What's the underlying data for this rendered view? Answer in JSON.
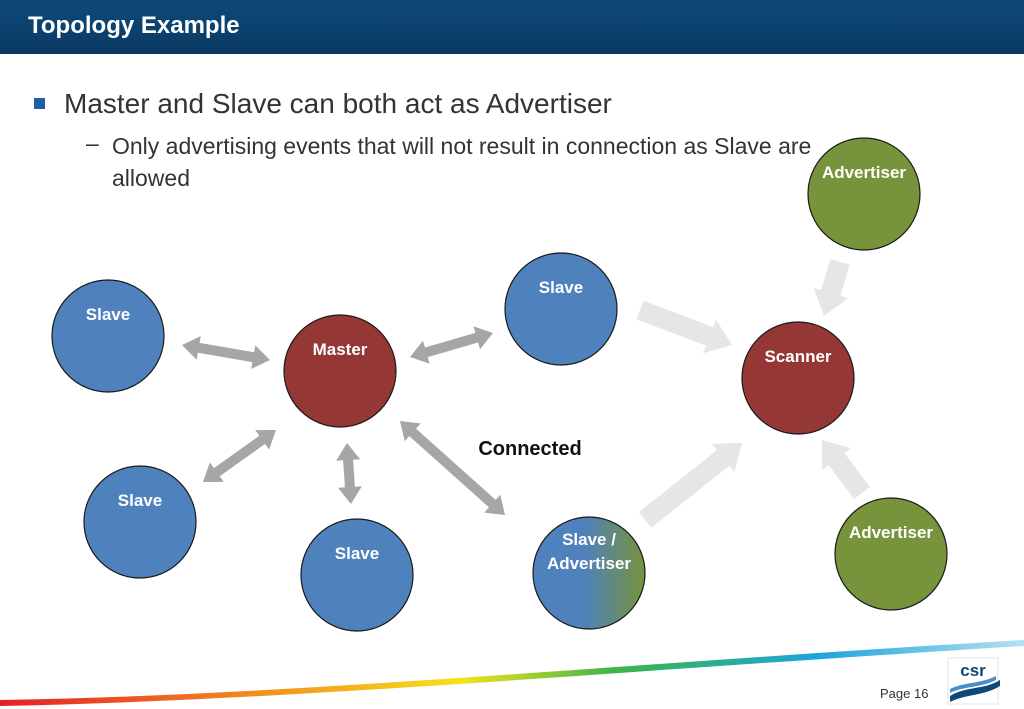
{
  "slide": {
    "title": "Topology Example",
    "bullet": "Master and Slave can both act as Advertiser",
    "sub_marker": "–",
    "sub_bullet": "Only advertising events that will not result in connection as Slave are allowed",
    "page": "Page 16",
    "logo_text": "csr"
  },
  "diagram": {
    "connected_label": "Connected",
    "colors": {
      "slave": "#4f81bd",
      "master": "#953735",
      "advertiser": "#77933c",
      "connected_arrow": "#a6a6a6",
      "advertising_arrow": "#e6e6e6"
    },
    "nodes": [
      {
        "id": "slave-left",
        "role": "slave",
        "lines": [
          "Slave"
        ]
      },
      {
        "id": "master",
        "role": "master",
        "lines": [
          "Master"
        ]
      },
      {
        "id": "slave-top",
        "role": "slave",
        "lines": [
          "Slave"
        ]
      },
      {
        "id": "slave-bottom-left",
        "role": "slave",
        "lines": [
          "Slave"
        ]
      },
      {
        "id": "slave-bottom",
        "role": "slave",
        "lines": [
          "Slave"
        ]
      },
      {
        "id": "slave-advertiser",
        "role": "slave-advertiser",
        "lines": [
          "Slave /",
          "Advertiser"
        ]
      },
      {
        "id": "scanner",
        "role": "master",
        "lines": [
          "Scanner"
        ]
      },
      {
        "id": "advertiser-top",
        "role": "advertiser",
        "lines": [
          "Advertiser"
        ]
      },
      {
        "id": "advertiser-bottom",
        "role": "advertiser",
        "lines": [
          "Advertiser"
        ]
      }
    ],
    "links": [
      {
        "from": "master",
        "to": "slave-left",
        "type": "connected"
      },
      {
        "from": "master",
        "to": "slave-top",
        "type": "connected"
      },
      {
        "from": "master",
        "to": "slave-bottom-left",
        "type": "connected"
      },
      {
        "from": "master",
        "to": "slave-bottom",
        "type": "connected"
      },
      {
        "from": "master",
        "to": "slave-advertiser",
        "type": "connected"
      },
      {
        "from": "slave-top",
        "to": "scanner",
        "type": "advertising"
      },
      {
        "from": "slave-advertiser",
        "to": "scanner",
        "type": "advertising"
      },
      {
        "from": "advertiser-top",
        "to": "scanner",
        "type": "advertising"
      },
      {
        "from": "advertiser-bottom",
        "to": "scanner",
        "type": "advertising"
      }
    ]
  }
}
